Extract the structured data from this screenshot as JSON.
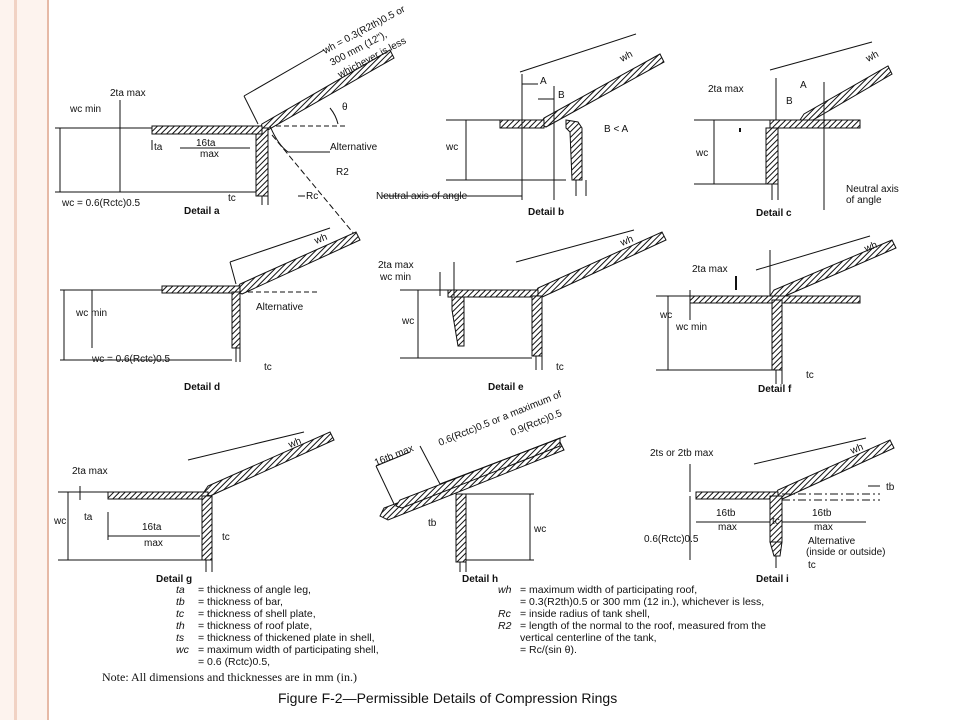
{
  "details": [
    {
      "label": "Detail a"
    },
    {
      "label": "Detail b"
    },
    {
      "label": "Detail c"
    },
    {
      "label": "Detail d"
    },
    {
      "label": "Detail e"
    },
    {
      "label": "Detail f"
    },
    {
      "label": "Detail g"
    },
    {
      "label": "Detail h"
    },
    {
      "label": "Detail i"
    }
  ],
  "annotations": {
    "a_wh": "wh = 0.3(R2th)0.5 or",
    "a_wh2": "300 mm (12\"),",
    "a_wh3": "whichever is less",
    "a_2ta": "2ta max",
    "a_wcmin": "wc min",
    "a_16ta": "16ta",
    "a_max": "max",
    "a_alt": "Alternative",
    "a_r2": "R2",
    "a_rc": "Rc",
    "a_tc": "tc",
    "a_ta": "ta",
    "a_wc": "wc = 0.6(Rctc)0.5",
    "a_theta": "θ",
    "b_wh": "wh",
    "b_A": "A",
    "b_B": "B",
    "b_BA": "B < A",
    "b_neutral": "Neutral axis of angle",
    "b_wc": "wc",
    "c_wh": "wh",
    "c_2ta": "2ta max",
    "c_neutral1": "Neutral axis",
    "c_neutral2": "of angle",
    "d_wh": "wh",
    "d_wcmin": "wc min",
    "d_alt": "Alternative",
    "d_wc": "wc = 0.6(Rctc)0.5",
    "d_tc": "tc",
    "e_wh": "wh",
    "e_2ta": "2ta max",
    "e_wcmin": "wc min",
    "e_wc": "wc",
    "e_tc": "tc",
    "f_wh": "wh",
    "f_2ta": "2ta max",
    "f_wcmin": "wc min",
    "f_wc": "wc",
    "f_tc": "tc",
    "g_wh": "wh",
    "g_2ta": "2ta max",
    "g_wc": "wc",
    "g_ta": "ta",
    "g_16ta": "16ta",
    "g_max": "max",
    "g_tc": "tc",
    "h_16tb": "16tb max",
    "h_06": "0.6(Rctc)0.5 or a maximum of",
    "h_09": "0.9(Rctc)0.5",
    "h_tb": "tb",
    "h_wc": "wc",
    "i_2ts": "2ts or 2tb max",
    "i_wh": "wh",
    "i_tb": "tb",
    "i_16tb1": "16tb",
    "i_max1": "max",
    "i_16tb2": "16tb",
    "i_max2": "max",
    "i_tc": "tc",
    "i_06": "0.6(Rctc)0.5",
    "i_alt1": "Alternative",
    "i_alt2": "(inside or outside)",
    "i_tcb": "tc"
  },
  "legend_left": [
    {
      "sym": "ta",
      "text": "= thickness of angle leg,"
    },
    {
      "sym": "tb",
      "text": "= thickness of bar,"
    },
    {
      "sym": "tc",
      "text": "= thickness of shell plate,"
    },
    {
      "sym": "th",
      "text": "= thickness of roof plate,"
    },
    {
      "sym": "ts",
      "text": "= thickness of thickened plate in shell,"
    },
    {
      "sym": "wc",
      "text": "= maximum width of participating shell,"
    },
    {
      "sym": "",
      "text": "= 0.6 (Rctc)0.5,"
    }
  ],
  "legend_right": [
    {
      "sym": "wh",
      "text": "= maximum width of participating roof,"
    },
    {
      "sym": "",
      "text": "= 0.3(R2th)0.5 or 300 mm (12 in.), whichever is less,"
    },
    {
      "sym": "Rc",
      "text": "= inside radius of tank shell,"
    },
    {
      "sym": "R2",
      "text": "= length of the normal to the roof, measured from the"
    },
    {
      "sym": "",
      "text": "vertical centerline of the tank,"
    },
    {
      "sym": "",
      "text": "= Rc/(sin θ)."
    }
  ],
  "note": "Note: All dimensions and thicknesses are in mm (in.)",
  "caption": "Figure F-2—Permissible Details of Compression Rings"
}
